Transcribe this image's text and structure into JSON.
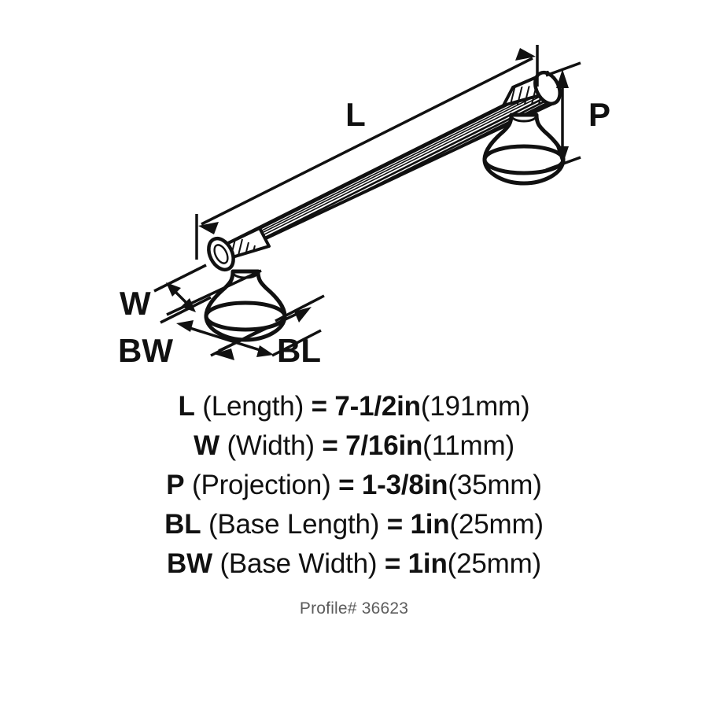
{
  "diagram": {
    "title": "cabinet pull dimension diagram",
    "labels": {
      "length": "L",
      "width": "W",
      "projection": "P",
      "base_length": "BL",
      "base_width": "BW"
    }
  },
  "specs": [
    {
      "key": "L",
      "name": "(Length)",
      "eq": "=",
      "value": "7-1/2in",
      "metric": "(191mm)"
    },
    {
      "key": "W",
      "name": "(Width)",
      "eq": "=",
      "value": "7/16in",
      "metric": "(11mm)"
    },
    {
      "key": "P",
      "name": "(Projection)",
      "eq": "=",
      "value": "1-3/8in",
      "metric": "(35mm)"
    },
    {
      "key": "BL",
      "name": "(Base Length)",
      "eq": "=",
      "value": "1in",
      "metric": "(25mm)"
    },
    {
      "key": "BW",
      "name": "(Base Width)",
      "eq": "=",
      "value": "1in",
      "metric": "(25mm)"
    }
  ],
  "profile": "Profile# 36623",
  "colors": {
    "ink": "#111111",
    "profile_text": "#5c5c5c",
    "background": "#ffffff"
  }
}
